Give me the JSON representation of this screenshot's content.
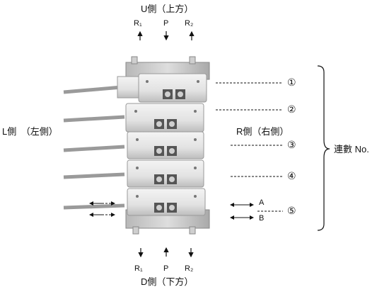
{
  "top": {
    "title": "U側（上方）",
    "ports": [
      "R₁",
      "P",
      "R₂"
    ]
  },
  "bottom": {
    "title": "D側（下方）",
    "ports": [
      "R₁",
      "P",
      "R₂"
    ]
  },
  "left_label": "L側　（左側）",
  "right_label": "R側（右側）",
  "station_labels": [
    "①",
    "②",
    "③",
    "④",
    "⑤"
  ],
  "port_a": "A",
  "port_b": "B",
  "bracket_label": "連數 No."
}
